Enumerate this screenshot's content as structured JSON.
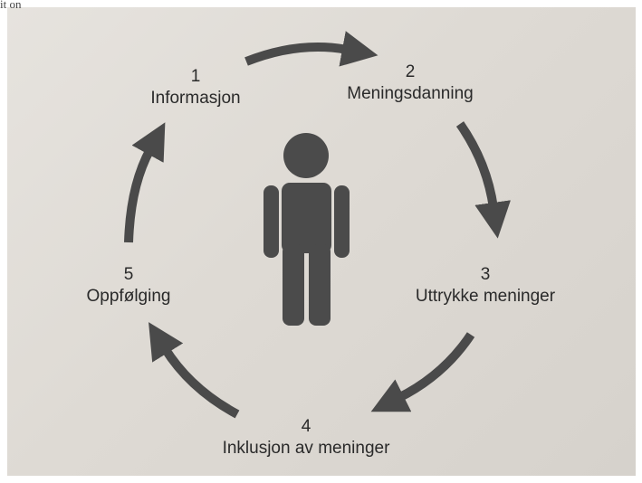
{
  "corner_fragment": "it on",
  "steps": [
    {
      "number": "1",
      "label": "Informasjon"
    },
    {
      "number": "2",
      "label": "Meningsdanning"
    },
    {
      "number": "3",
      "label": "Uttrykke meninger"
    },
    {
      "number": "4",
      "label": "Inklusjon av meninger"
    },
    {
      "number": "5",
      "label": "Oppfølging"
    }
  ],
  "colors": {
    "arrow": "#4a4a4a",
    "figure": "#4b4b4b",
    "text": "#2a2a2a",
    "paper": "#e0ddd8"
  },
  "icons": {
    "center": "person-icon",
    "connectors": "curved-arrow-icon"
  }
}
